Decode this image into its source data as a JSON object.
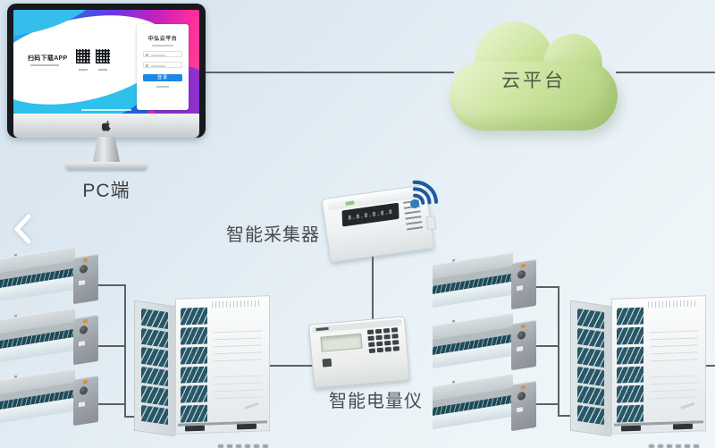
{
  "pc": {
    "label": "PC端",
    "screen": {
      "promo_title": "扫码下载APP",
      "platform_title": "中弘云平台",
      "login_button_label": "登录"
    }
  },
  "cloud": {
    "label": "云平台"
  },
  "collector": {
    "label": "智能采集器",
    "display_digits": "8.8.8.8.8.8"
  },
  "meter": {
    "label": "智能电量仪"
  },
  "colors": {
    "accent_blue": "#1e87e6",
    "cloud_green": "#b8d98d",
    "line_gray": "#5c6165",
    "wifi_blue": "#1d5a9e",
    "louver_teal": "#285766"
  }
}
